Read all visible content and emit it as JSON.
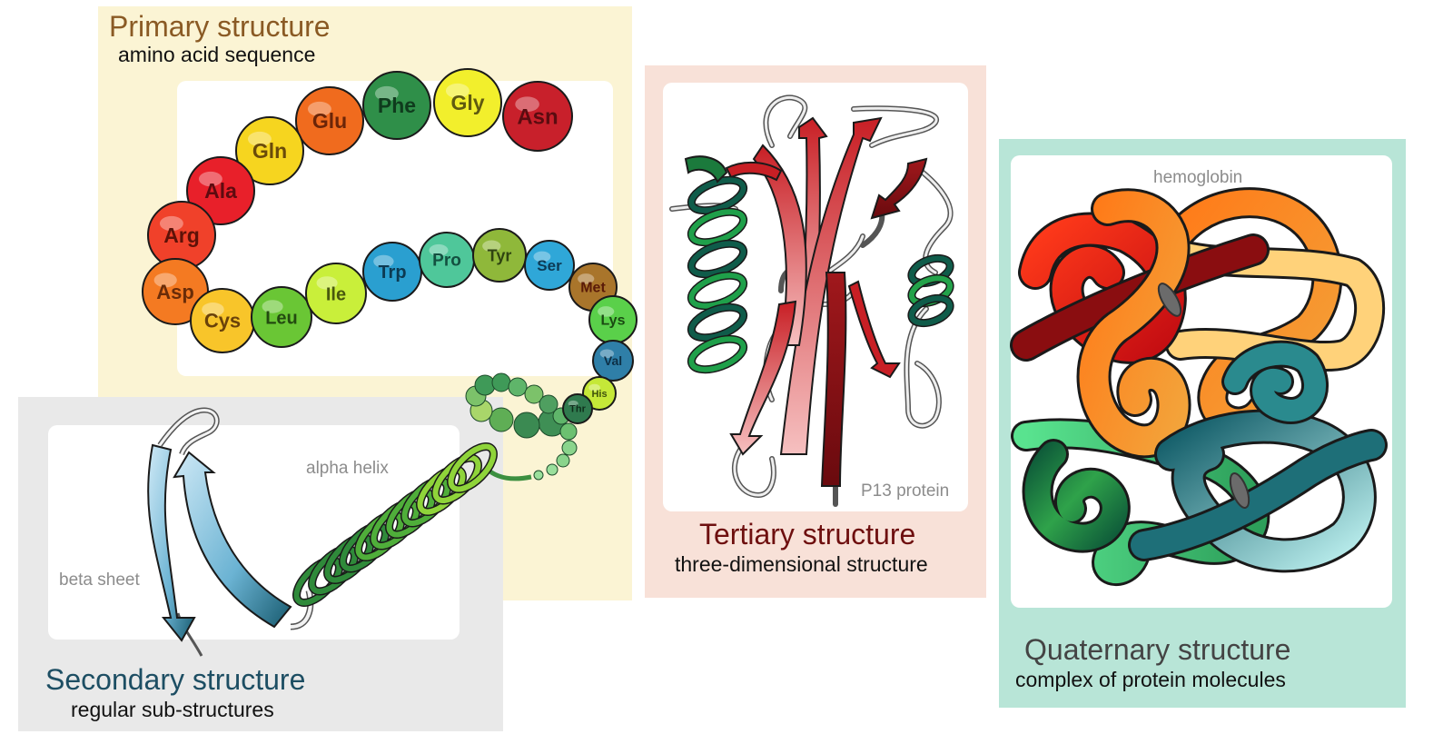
{
  "primary": {
    "title": "Primary structure",
    "subtitle": "amino acid sequence",
    "title_color": "#8a5a24",
    "bg_color": "#fbf4d4"
  },
  "secondary": {
    "title": "Secondary structure",
    "subtitle": "regular sub-structures",
    "title_color": "#1d4e63",
    "bg_color": "#e9e9e9",
    "beta_label": "beta sheet",
    "helix_label": "alpha helix"
  },
  "tertiary": {
    "title": "Tertiary structure",
    "subtitle": "three-dimensional structure",
    "title_color": "#6e0f0f",
    "bg_color": "#f8e1d8",
    "protein_label": "P13 protein"
  },
  "quaternary": {
    "title": "Quaternary structure",
    "subtitle": "complex of protein molecules",
    "title_color": "#444444",
    "bg_color": "#b8e5d7",
    "protein_label": "hemoglobin"
  },
  "amino_acids": [
    {
      "name": "Asn",
      "color": "#c8202b",
      "text": "#5a0c10"
    },
    {
      "name": "Gly",
      "color": "#f2ef2c",
      "text": "#5f5a10"
    },
    {
      "name": "Phe",
      "color": "#2f8f49",
      "text": "#0f3b1d"
    },
    {
      "name": "Glu",
      "color": "#f06b1e",
      "text": "#6b2508"
    },
    {
      "name": "Gln",
      "color": "#f6d51f",
      "text": "#6a4b0a"
    },
    {
      "name": "Ala",
      "color": "#e8202a",
      "text": "#5e0b10"
    },
    {
      "name": "Arg",
      "color": "#f0412a",
      "text": "#5e1208"
    },
    {
      "name": "Asp",
      "color": "#f47a22",
      "text": "#6a2c08"
    },
    {
      "name": "Cys",
      "color": "#f8c52a",
      "text": "#6a420a"
    },
    {
      "name": "Leu",
      "color": "#6ac635",
      "text": "#234a10"
    },
    {
      "name": "Ile",
      "color": "#c9ef3a",
      "text": "#48580e"
    },
    {
      "name": "Trp",
      "color": "#2a9fd0",
      "text": "#0c3a52"
    },
    {
      "name": "Pro",
      "color": "#4fc79a",
      "text": "#135040"
    },
    {
      "name": "Tyr",
      "color": "#8fb83a",
      "text": "#2f4410"
    },
    {
      "name": "Ser",
      "color": "#2fa7d8",
      "text": "#0c3a55"
    },
    {
      "name": "Met",
      "color": "#a9752b",
      "text": "#5a1a08"
    },
    {
      "name": "Lys",
      "color": "#5ad04a",
      "text": "#1a4a12"
    },
    {
      "name": "Val",
      "color": "#2f7fa8",
      "text": "#0d2f45"
    },
    {
      "name": "His",
      "color": "#c5e838",
      "text": "#3f520c"
    },
    {
      "name": "Thr",
      "color": "#2f7a4e",
      "text": "#0f2e1c"
    }
  ]
}
